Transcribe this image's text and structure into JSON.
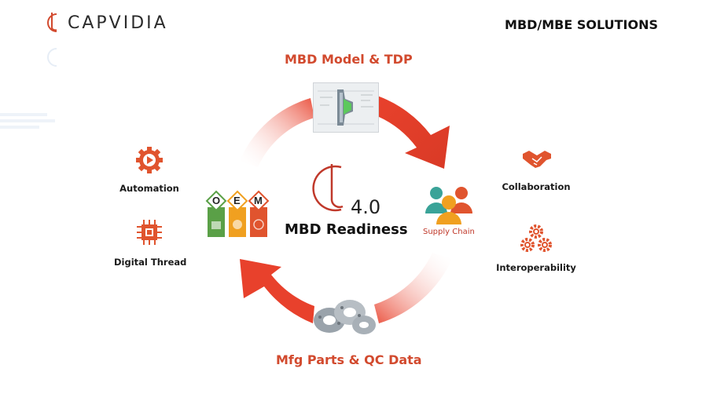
{
  "brand": {
    "name": "CAPVIDIA"
  },
  "header": {
    "solutions": "MBD/MBE SOLUTIONS"
  },
  "cycle": {
    "top_label": "MBD Model & TDP",
    "bottom_label": "Mfg Parts & QC Data"
  },
  "center": {
    "version": "4.0",
    "title": "MBD Readiness"
  },
  "oem": {
    "letters": [
      "O",
      "E",
      "M"
    ]
  },
  "supply_chain": {
    "label": "Supply Chain"
  },
  "left_items": [
    {
      "label": "Automation",
      "icon": "gear-play-icon"
    },
    {
      "label": "Digital Thread",
      "icon": "chip-icon"
    }
  ],
  "right_items": [
    {
      "label": "Collaboration",
      "icon": "handshake-icon"
    },
    {
      "label": "Interoperability",
      "icon": "gears-icon"
    }
  ],
  "colors": {
    "accent": "#d24a2e",
    "red": "#e8412c",
    "green": "#5aa047",
    "orange": "#f0a020",
    "teal": "#3aa398"
  }
}
